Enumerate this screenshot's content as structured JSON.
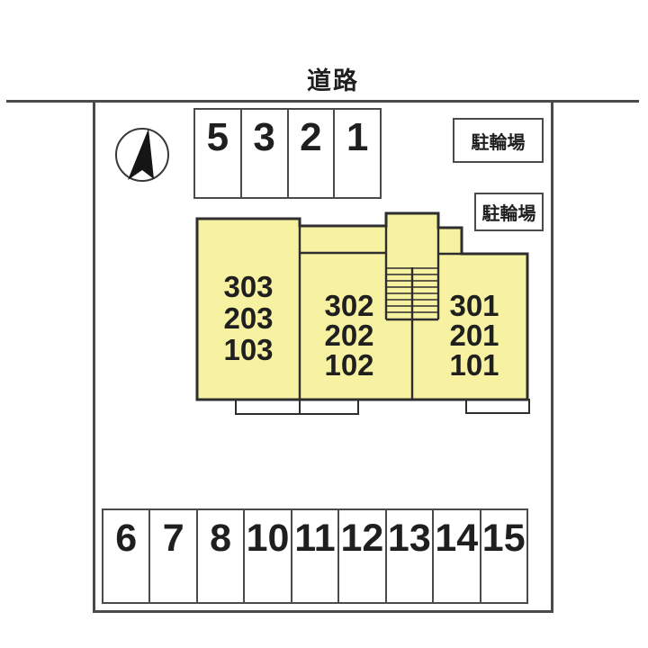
{
  "colors": {
    "building_fill": "#f7f1a2",
    "line_dark": "#2e2e2e",
    "line_gray": "#4a4a4a",
    "text": "#1f1f1f"
  },
  "site": {
    "road_label": "道路"
  },
  "bicycle_parking": {
    "box1_label": "駐輪場",
    "box2_label": "駐輪場"
  },
  "parking": {
    "top_row": [
      "5",
      "3",
      "2",
      "1"
    ],
    "bottom_row": [
      "6",
      "7",
      "8",
      "10",
      "11",
      "12",
      "13",
      "14",
      "15"
    ]
  },
  "building": {
    "units": [
      {
        "name": "west-unit",
        "lines": [
          "303",
          "203",
          "103"
        ]
      },
      {
        "name": "center-unit",
        "lines": [
          "302",
          "202",
          "102"
        ]
      },
      {
        "name": "east-unit",
        "lines": [
          "301",
          "201",
          "101"
        ]
      }
    ]
  },
  "icons": {
    "compass": "north-arrow-icon",
    "stairs": "staircase-symbol"
  }
}
